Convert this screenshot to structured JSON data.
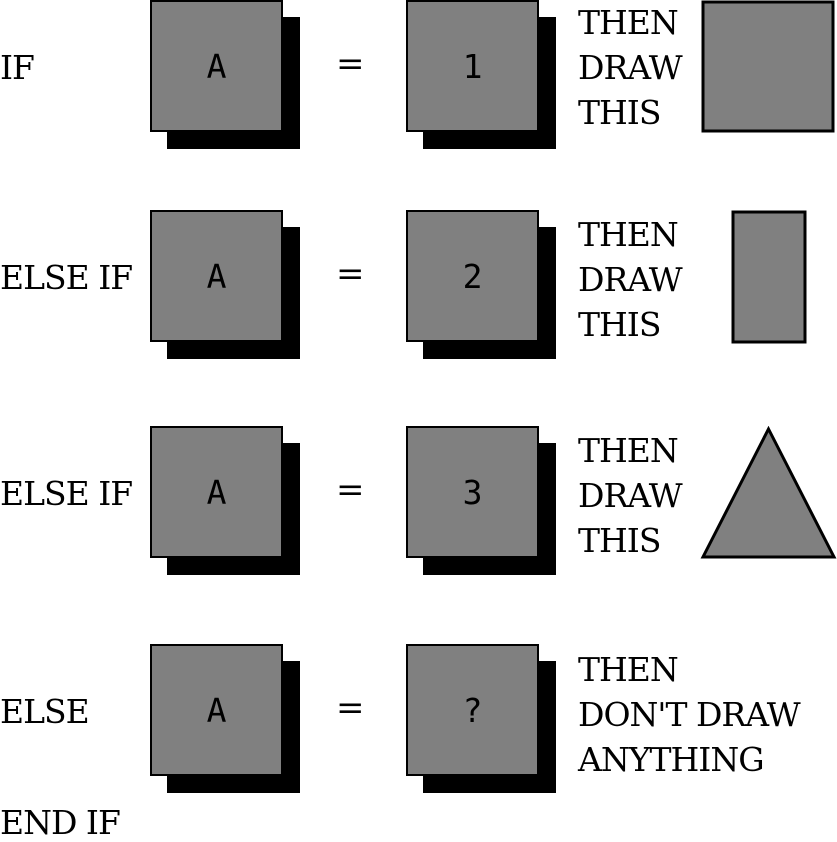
{
  "colors": {
    "card_fill": "#808080",
    "card_shadow": "#000000",
    "shape_fill": "#808080",
    "stroke": "#000000",
    "background": "#ffffff"
  },
  "rows": [
    {
      "keyword": "IF",
      "variable": "A",
      "operator": "=",
      "value": "1",
      "then_lines": [
        "THEN",
        "DRAW",
        "THIS"
      ],
      "shape": "square"
    },
    {
      "keyword": "ELSE IF",
      "variable": "A",
      "operator": "=",
      "value": "2",
      "then_lines": [
        "THEN",
        "DRAW",
        "THIS"
      ],
      "shape": "tall-rectangle"
    },
    {
      "keyword": "ELSE IF",
      "variable": "A",
      "operator": "=",
      "value": "3",
      "then_lines": [
        "THEN",
        "DRAW",
        "THIS"
      ],
      "shape": "triangle"
    },
    {
      "keyword": "ELSE",
      "variable": "A",
      "operator": "=",
      "value": "?",
      "then_lines": [
        "THEN",
        "DON'T DRAW",
        "ANYTHING"
      ],
      "shape": "none"
    }
  ],
  "end_keyword": "END IF"
}
